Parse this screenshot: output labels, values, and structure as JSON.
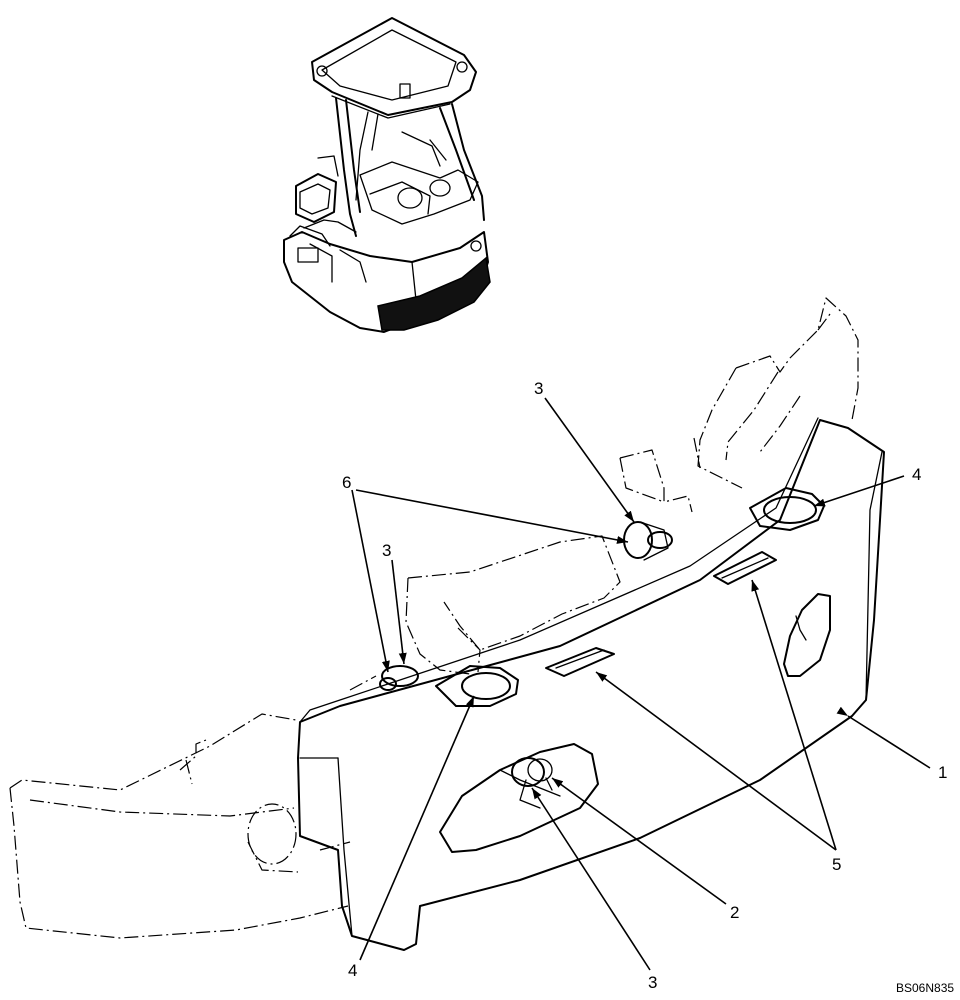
{
  "drawing_code": "BS06N835",
  "callouts": {
    "c1": "1",
    "c2": "2",
    "c3_top": "3",
    "c3_left": "3",
    "c3_bottom": "3",
    "c4_right": "4",
    "c4_bottom": "4",
    "c5": "5",
    "c6": "6"
  }
}
